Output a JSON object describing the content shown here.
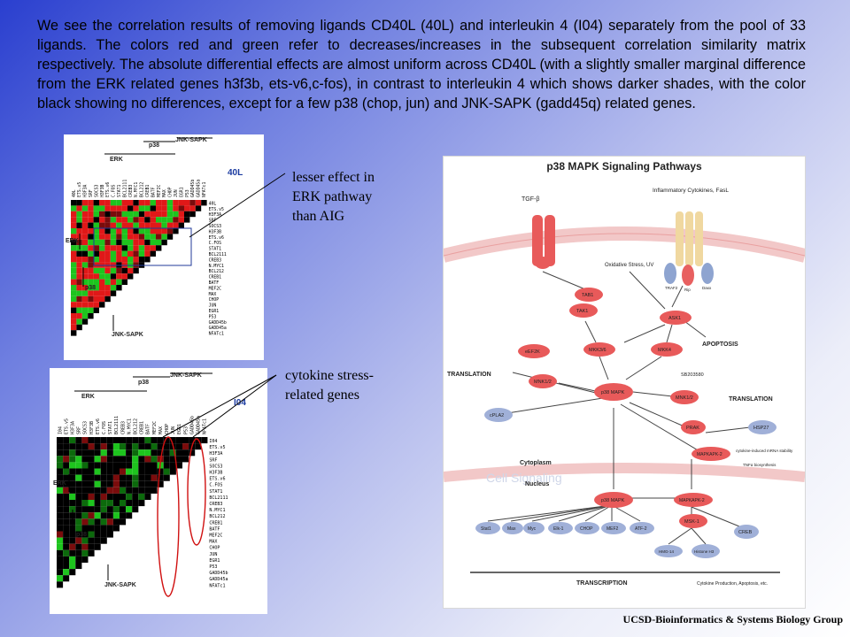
{
  "paragraph": "We see the correlation results of removing ligands CD40L (40L) and interleukin 4 (I04) separately from the pool of 33 ligands. The colors red and green refer to decreases/increases in the subsequent correlation similarity matrix respectively. The absolute differential effects are almost uniform across CD40L (with a slightly smaller marginal difference from the ERK related genes h3f3b, ets-v6,c-fos), in contrast to interleukin 4 which shows darker shades, with the color black showing no differences, except for a few p38 (chop, jun) and JNK-SAPK (gadd45q) related genes.",
  "annotations": {
    "lesser": [
      "lesser effect in",
      "ERK pathway",
      "than AIG"
    ],
    "cytokine": [
      "cytokine stress-",
      "related genes"
    ]
  },
  "footer": "UCSD-Bioinformatics & Systems Biology Group",
  "heatmaps": {
    "genes": [
      "40L",
      "ETS.v5",
      "H3F3A",
      "SRF",
      "SOCS3",
      "H3F3B",
      "ETS.v6",
      "C.FOS",
      "STAT1",
      "BCL2111",
      "CREB3",
      "N.MYC1",
      "BCL212",
      "CREB1",
      "BATF",
      "MEF2C",
      "MAX",
      "CHOP",
      "JUN",
      "EGR1",
      "P53",
      "GADD45b",
      "GADD45a",
      "NFATc1"
    ],
    "genes2": [
      "I04",
      "ETS.v5",
      "H3F3A",
      "SRF",
      "SOCS3",
      "H3F3B",
      "ETS.v6",
      "C.FOS",
      "STAT1",
      "BCL2111",
      "CREB3",
      "N.MYC1",
      "BCL212",
      "CREB1",
      "BATF",
      "MEF2C",
      "MAX",
      "CHOP",
      "JUN",
      "EGR1",
      "P53",
      "GADD45b",
      "GADD45a",
      "NFATc1"
    ],
    "top": {
      "tag": "40L",
      "groups": {
        "erk": "ERK",
        "p38": "p38",
        "jnk": "JNK-SAPK"
      }
    },
    "bottom": {
      "tag": "I04",
      "groups": {
        "erk": "ERK",
        "p38": "p38",
        "jnk": "JNK-SAPK"
      }
    },
    "colors": {
      "red": "#e01818",
      "green": "#1ec41e",
      "black": "#000000",
      "darkred": "#7a0c0c",
      "darkgreen": "#0c6a0c"
    }
  },
  "pathway": {
    "title": "p38 MAPK Signaling Pathways",
    "nodes": {
      "tgf": "TGF-β",
      "infl": "Inflammatory Cytokines, FasL",
      "oxid": "Oxidative Stress, UV",
      "traf2": "TRAF2",
      "rip": "Rip",
      "daxx": "Daxx",
      "tab1": "TAB1",
      "tak1": "TAK1",
      "ask1": "ASK1",
      "mkk36": "MKK3/6",
      "mkk4": "MKK4",
      "apoptosis": "APOPTOSIS",
      "translation1": "TRANSLATION",
      "translation2": "TRANSLATION",
      "eef2k": "eEF2K",
      "mnk12a": "MNK1/2",
      "mnk12b": "MNK1/2",
      "sb": "SB203580",
      "p38a": "p38 MAPK",
      "p38b": "p38 MAPK",
      "cpla2": "cPLA2",
      "prak": "PRAK",
      "hsp27": "HSP27",
      "mapkapk2a": "MAPKAPK-2",
      "mapkapk2b": "MAPKAPK-2",
      "mrna": "cytokine-induced mRNA stability",
      "tnf": "TNFα biosynthesis",
      "cytoplasm": "Cytoplasm",
      "nucleus": "Nucleus",
      "msk1": "MSK-1",
      "stat1": "Stat1",
      "max": "Max",
      "myc": "Myc",
      "elk1": "Elk-1",
      "chop": "CHOP",
      "mef2": "MEF2",
      "atf2": "ATF-2",
      "hmg14": "HMG-14",
      "histone": "Histone H3",
      "creb": "CREB",
      "transcription": "TRANSCRIPTION",
      "cytokine_prod": "Cytokine Production, Apoptosis, etc.",
      "watermark": "Cell Signaling"
    }
  }
}
